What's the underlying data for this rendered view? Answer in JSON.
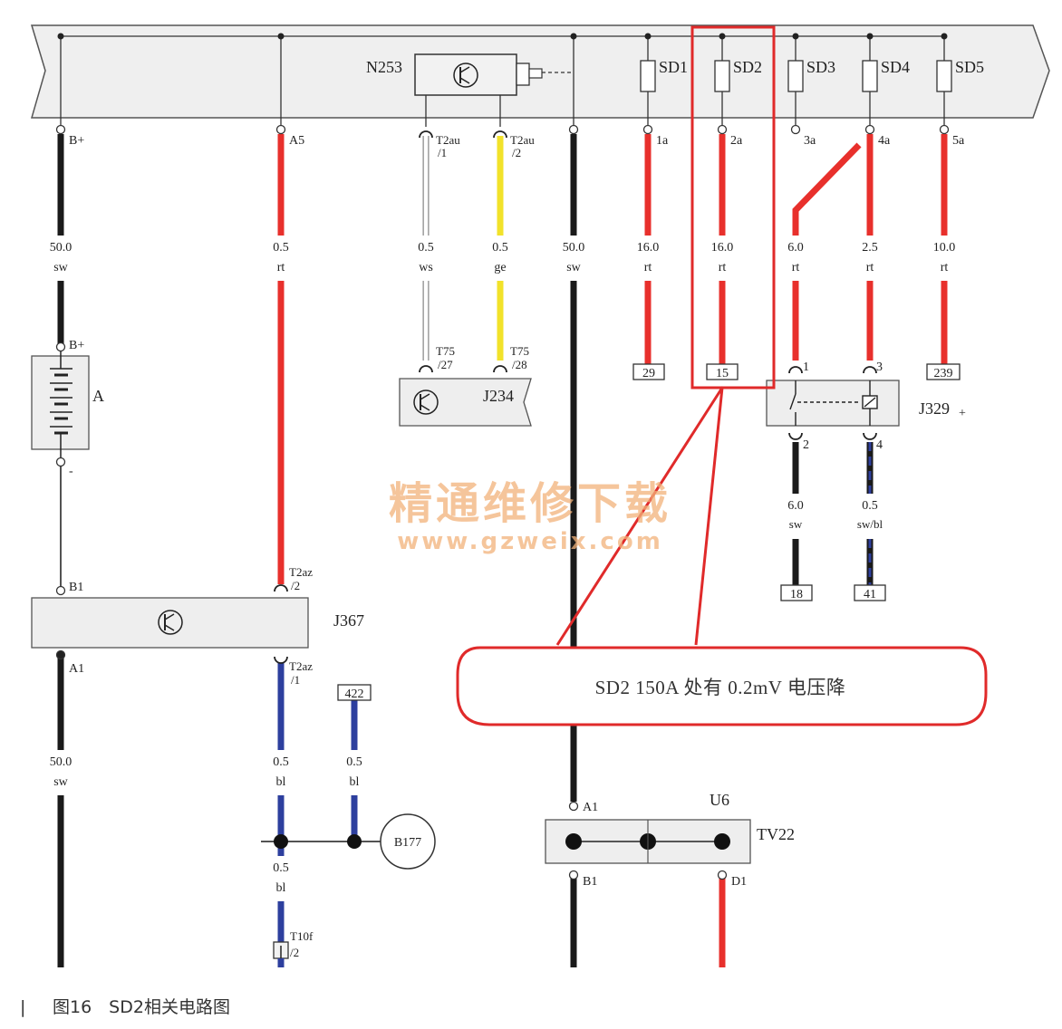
{
  "components": {
    "n253": "N253",
    "j234": "J234",
    "j329": "J329",
    "j329_mark": "+",
    "j367": "J367",
    "battery": "A",
    "u6": "U6",
    "tv22": "TV22",
    "b177": "B177"
  },
  "fuses": [
    "SD1",
    "SD2",
    "SD3",
    "SD4",
    "SD5"
  ],
  "pins": {
    "b_plus_top": "B+",
    "a5": "A5",
    "t2au_1_a": "T2au",
    "t2au_1_b": "/1",
    "t2au_2_a": "T2au",
    "t2au_2_b": "/2",
    "p1a": "1a",
    "p2a": "2a",
    "p3a": "3a",
    "p4a": "4a",
    "p5a": "5a",
    "t75_27_a": "T75",
    "t75_27_b": "/27",
    "t75_28_a": "T75",
    "t75_28_b": "/28",
    "b_plus_batt": "B+",
    "batt_minus": "-",
    "b1_j367": "B1",
    "t2az_2_a": "T2az",
    "t2az_2_b": "/2",
    "a1_j367": "A1",
    "t2az_1_a": "T2az",
    "t2az_1_b": "/1",
    "j329_1": "1",
    "j329_3": "3",
    "j329_2": "2",
    "j329_4": "4",
    "t10f_a": "T10f",
    "t10f_b": "/2",
    "a1_u6": "A1",
    "b1_u6": "B1",
    "d1_u6": "D1"
  },
  "wires": {
    "w1": {
      "size": "50.0",
      "color": "sw"
    },
    "w2": {
      "size": "0.5",
      "color": "rt"
    },
    "w3": {
      "size": "0.5",
      "color": "ws"
    },
    "w4": {
      "size": "0.5",
      "color": "ge"
    },
    "w5": {
      "size": "50.0",
      "color": "sw"
    },
    "w6": {
      "size": "16.0",
      "color": "rt"
    },
    "w7": {
      "size": "16.0",
      "color": "rt"
    },
    "w8": {
      "size": "6.0",
      "color": "rt"
    },
    "w9": {
      "size": "2.5",
      "color": "rt"
    },
    "w10": {
      "size": "10.0",
      "color": "rt"
    },
    "w11": {
      "size": "6.0",
      "color": "sw"
    },
    "w12": {
      "size": "0.5",
      "color": "sw/bl"
    },
    "w13": {
      "size": "50.0",
      "color": "sw"
    },
    "w14": {
      "size": "0.5",
      "color": "bl"
    },
    "w15": {
      "size": "0.5",
      "color": "bl"
    },
    "w16": {
      "size": "0.5",
      "color": "bl"
    }
  },
  "refs": {
    "r29": "29",
    "r15": "15",
    "r239": "239",
    "r18": "18",
    "r41": "41",
    "r422": "422"
  },
  "callout": "SD2 150A 处有 0.2mV 电压降",
  "watermark": {
    "line1": "精通维修下载",
    "line2": "www.gzweix.com"
  },
  "caption": {
    "bar": "|",
    "text": "图16　SD2相关电路图"
  },
  "colors": {
    "black_wire": "#1a1a1a",
    "red_wire": "#e8302c",
    "blue_wire": "#2d3f9e",
    "yellow_wire": "#f2e22a",
    "box_fill": "#eeeeee",
    "highlight": "#e02a2a"
  }
}
